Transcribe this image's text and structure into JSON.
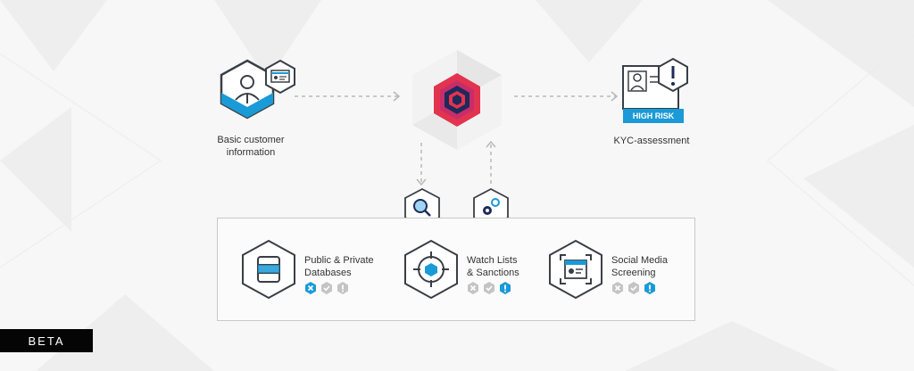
{
  "nodes": {
    "input_label_line1": "Basic customer",
    "input_label_line2": "information",
    "output_label": "KYC-assessment",
    "output_badge": "HIGH RISK"
  },
  "sources": [
    {
      "line1": "Public & Private",
      "line2": "Databases",
      "statuses": [
        "fail",
        "pass",
        "warn"
      ],
      "active": "fail"
    },
    {
      "line1": "Watch Lists",
      "line2": "& Sanctions",
      "statuses": [
        "fail",
        "pass",
        "warn"
      ],
      "active": "warn"
    },
    {
      "line1": "Social Media",
      "line2": "Screening",
      "statuses": [
        "fail",
        "pass",
        "warn"
      ],
      "active": "warn"
    }
  ],
  "badge": {
    "label": "BETA"
  },
  "colors": {
    "accent": "#1a9ad6",
    "dark": "#2b3037",
    "core_red": "#e2334f",
    "core_navy": "#1d2a5a",
    "status_inactive": "#c4c4c4",
    "status_active": "#1a9ad6",
    "high_risk_bg": "#1a9ad6"
  }
}
